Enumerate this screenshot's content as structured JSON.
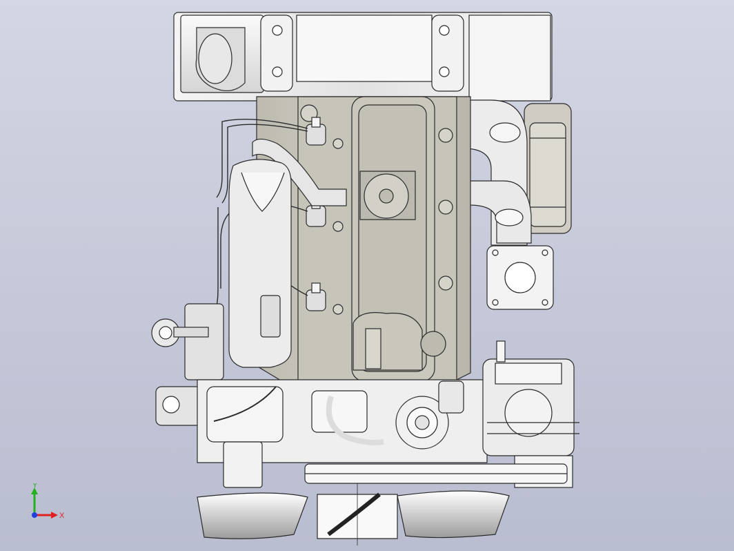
{
  "viewport": {
    "background_top": "#d3d6e3",
    "background_bottom": "#b9bdd0"
  },
  "model": {
    "subject": "engine-assembly-front-view",
    "line_color": "#2a2a2a",
    "housing_fill": "#c9c7bd",
    "metal_fill": "#ededed"
  },
  "triad": {
    "x_label": "X",
    "y_label": "Y",
    "x_color": "#e02020",
    "y_color": "#20b020",
    "z_color": "#2040e0"
  }
}
